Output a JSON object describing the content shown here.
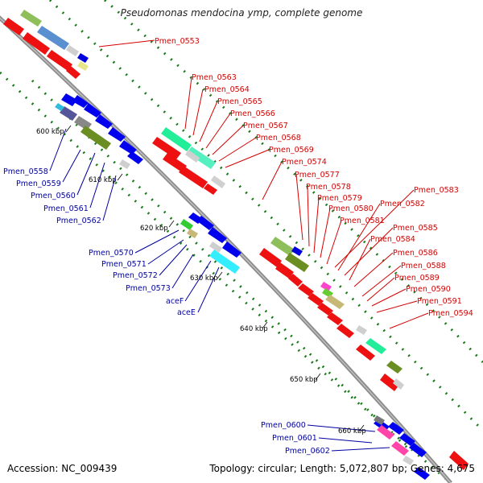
{
  "title": "Pseudomonas mendocina ymp, complete genome",
  "accession": "Accession: NC_009439",
  "topology": "Topology: circular; Length: 5,072,807 bp; Genes: 4,675",
  "colors": {
    "forward_label": "#d40000",
    "reverse_label": "#0000a0",
    "backbone": "#8c8c8c",
    "tick": "#1a7a1a"
  },
  "kbp_labels": [
    "600 kbp",
    "610 kbp",
    "620 kbp",
    "630 kbp",
    "640 kbp",
    "650 kbp",
    "660 kbp"
  ],
  "forward_genes": [
    "Pmen_0553",
    "Pmen_0563",
    "Pmen_0564",
    "Pmen_0565",
    "Pmen_0566",
    "Pmen_0567",
    "Pmen_0568",
    "Pmen_0569",
    "Pmen_0574",
    "Pmen_0577",
    "Pmen_0578",
    "Pmen_0579",
    "Pmen_0580",
    "Pmen_0581",
    "Pmen_0583",
    "Pmen_0582",
    "Pmen_0585",
    "Pmen_0584",
    "Pmen_0586",
    "Pmen_0588",
    "Pmen_0589",
    "Pmen_0590",
    "Pmen_0591",
    "Pmen_0594"
  ],
  "reverse_genes": [
    "Pmen_0558",
    "Pmen_0559",
    "Pmen_0560",
    "Pmen_0561",
    "Pmen_0562",
    "Pmen_0570",
    "Pmen_0571",
    "Pmen_0572",
    "Pmen_0573",
    "aceF",
    "aceE",
    "Pmen_0600",
    "Pmen_0601",
    "Pmen_0602"
  ]
}
